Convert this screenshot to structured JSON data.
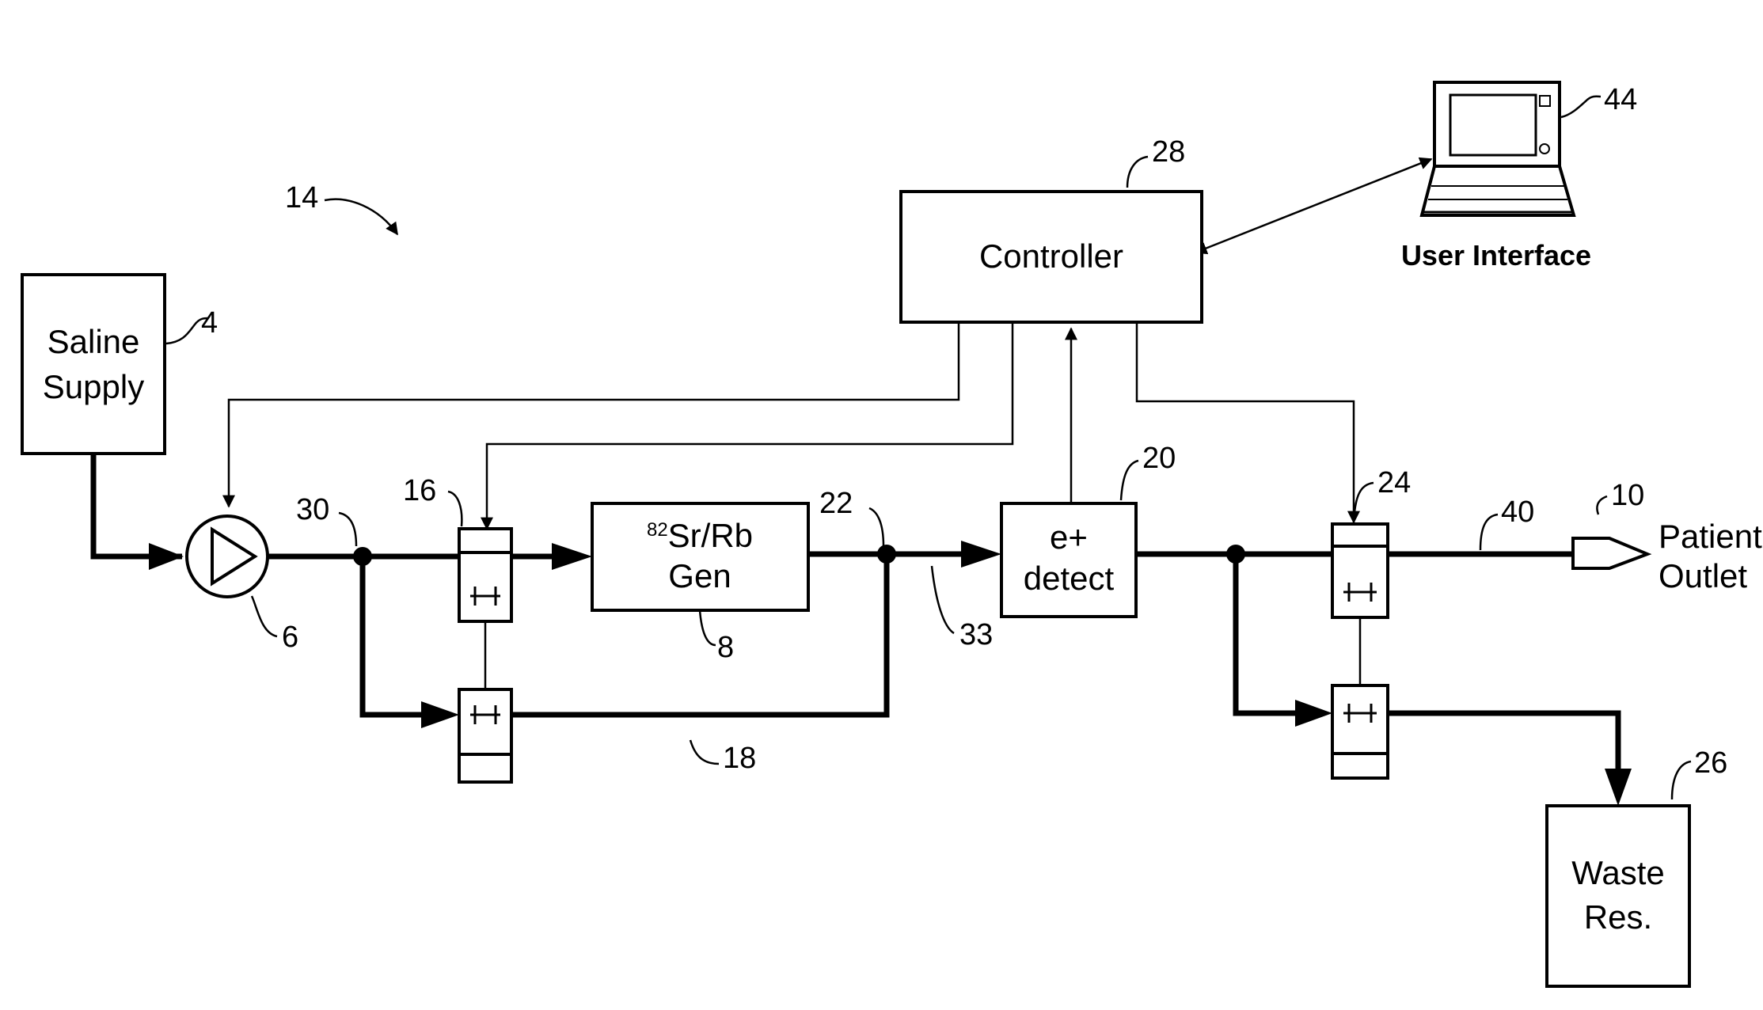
{
  "blocks": {
    "saline_line1": "Saline",
    "saline_line2": "Supply",
    "controller": "Controller",
    "generator_sup": "82",
    "generator_line1": "Sr/Rb",
    "generator_line2": "Gen",
    "detector_line1": "e+",
    "detector_line2": "detect",
    "waste_line1": "Waste",
    "waste_line2": "Res.",
    "patient_line1": "Patient",
    "patient_line2": "Outlet",
    "user_interface": "User Interface"
  },
  "refs": {
    "r14": "14",
    "r4": "4",
    "r6": "6",
    "r8": "8",
    "r10": "10",
    "r16": "16",
    "r18": "18",
    "r20": "20",
    "r22": "22",
    "r24": "24",
    "r26": "26",
    "r28": "28",
    "r30": "30",
    "r33": "33",
    "r40": "40",
    "r44": "44"
  }
}
